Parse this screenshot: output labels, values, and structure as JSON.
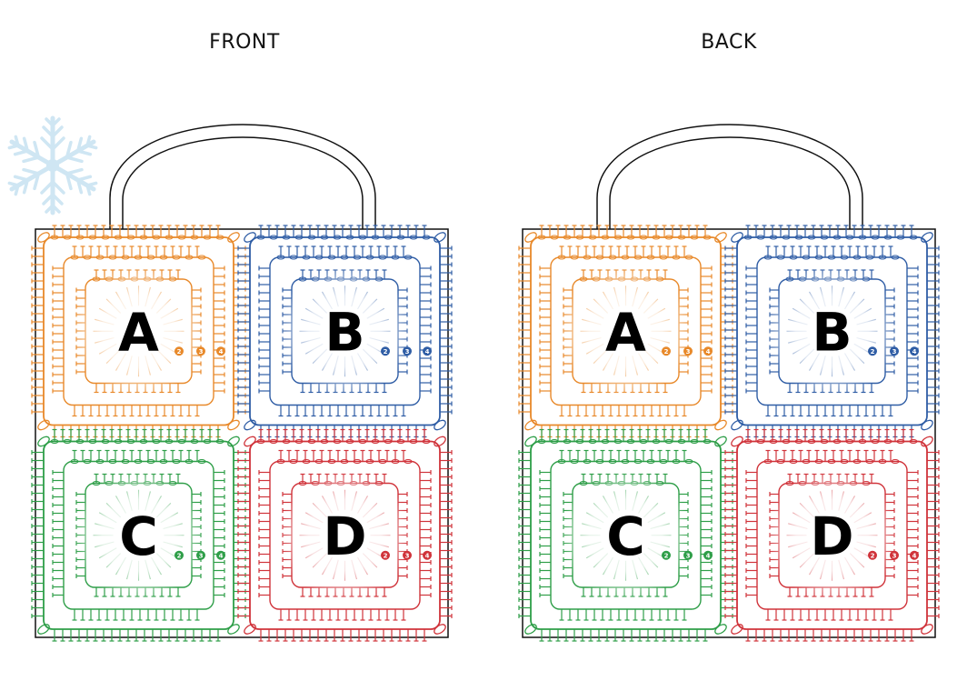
{
  "bags": [
    {
      "id": "front",
      "title": "FRONT"
    },
    {
      "id": "back",
      "title": "BACK"
    }
  ],
  "squares": [
    {
      "label": "A",
      "color": "#e8892a"
    },
    {
      "label": "B",
      "color": "#2f5da5"
    },
    {
      "label": "C",
      "color": "#2e9e48"
    },
    {
      "label": "D",
      "color": "#d0333a"
    }
  ],
  "round_numbers": [
    "2",
    "3",
    "4"
  ],
  "decoration": {
    "icon": "snowflake-icon",
    "color": "#cfe6f3"
  }
}
